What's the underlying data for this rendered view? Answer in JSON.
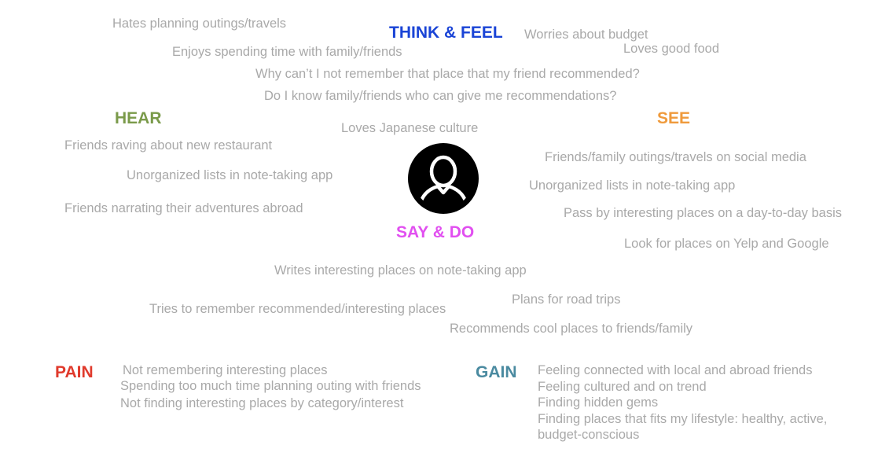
{
  "sections": {
    "think_feel": {
      "heading": "THINK & FEEL",
      "color": "#1a44d6",
      "items": [
        "Hates planning outings/travels",
        "Worries about budget",
        "Loves good food",
        "Enjoys spending time with family/friends",
        "Why can’t I not remember that place that my friend recommended?",
        "Do I know family/friends who can give me recommendations?",
        "Loves Japanese culture"
      ]
    },
    "hear": {
      "heading": "HEAR",
      "color": "#7a9a4a",
      "items": [
        "Friends raving about new restaurant",
        "Unorganized lists in note-taking app",
        "Friends narrating their adventures abroad"
      ]
    },
    "see": {
      "heading": "SEE",
      "color": "#ef9a3c",
      "items": [
        "Friends/family outings/travels on social media",
        "Unorganized lists in note-taking app",
        "Pass by interesting places on a day-to-day basis",
        "Look for places on Yelp and Google"
      ]
    },
    "say_do": {
      "heading": "SAY & DO",
      "color": "#e14ff0",
      "items": [
        "Writes interesting places on note-taking app",
        "Plans for road trips",
        "Tries to remember recommended/interesting places",
        "Recommends cool places to friends/family"
      ]
    },
    "pain": {
      "heading": "PAIN",
      "color": "#e03a2c",
      "items": [
        "Not remembering interesting places",
        "Spending too much time planning outing with friends",
        "Not finding interesting places by category/interest"
      ]
    },
    "gain": {
      "heading": "GAIN",
      "color": "#4a8aa0",
      "items": [
        "Feeling connected with local and abroad friends",
        "Feeling cultured and on trend",
        "Finding hidden gems",
        "Finding places that fits my lifestyle: healthy, active,",
        "budget-conscious"
      ]
    }
  },
  "center_icon": "user-avatar-icon",
  "text_color": "#a9a9a9"
}
